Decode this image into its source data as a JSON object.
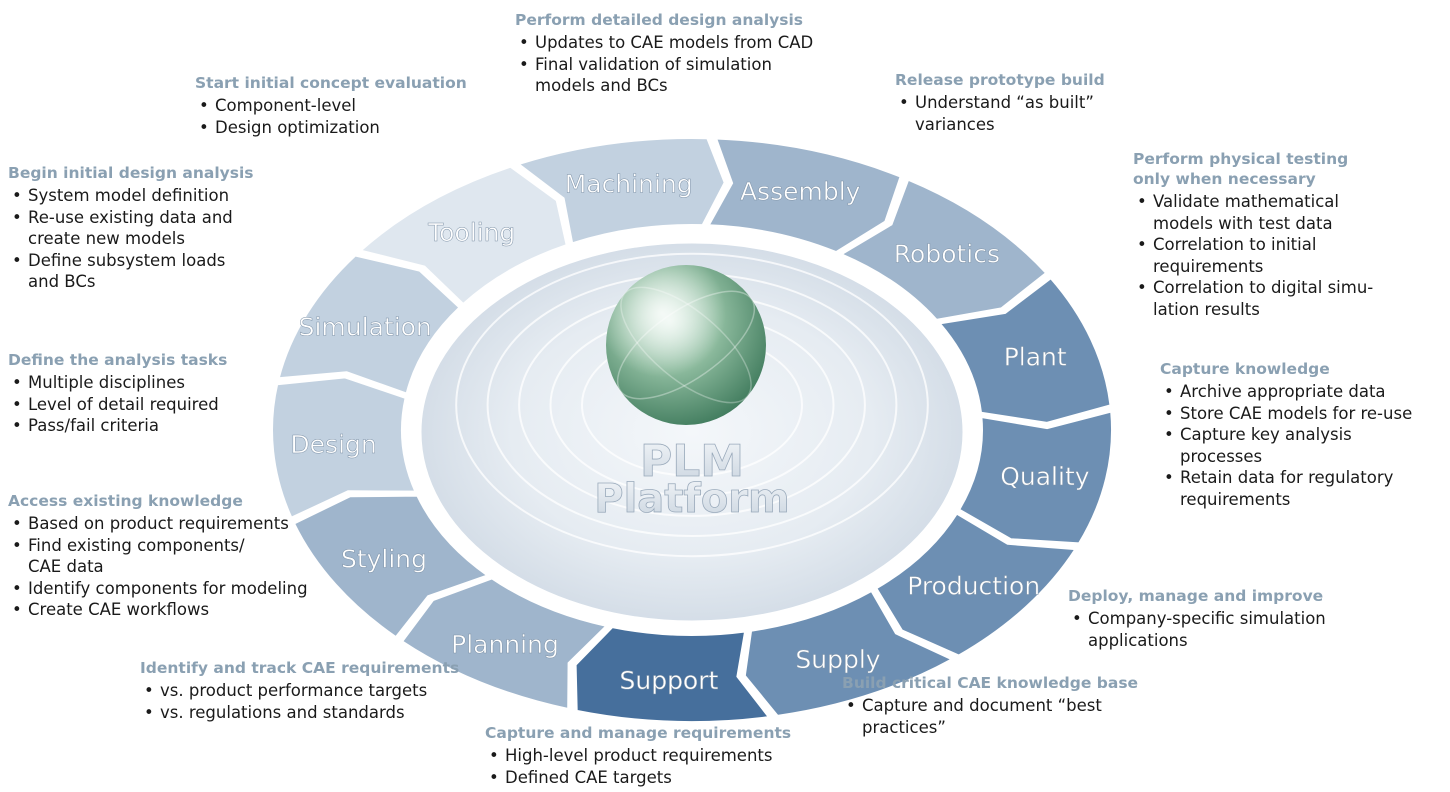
{
  "center": {
    "line1": "PLM",
    "line2": "Platform"
  },
  "segments": [
    {
      "label": "Machining",
      "tone": "light"
    },
    {
      "label": "Assembly",
      "tone": "mid"
    },
    {
      "label": "Robotics",
      "tone": "mid"
    },
    {
      "label": "Plant",
      "tone": "dark"
    },
    {
      "label": "Quality",
      "tone": "dark"
    },
    {
      "label": "Production",
      "tone": "dark"
    },
    {
      "label": "Supply",
      "tone": "dark"
    },
    {
      "label": "Support",
      "tone": "darkest"
    },
    {
      "label": "Planning",
      "tone": "mid"
    },
    {
      "label": "Styling",
      "tone": "mid"
    },
    {
      "label": "Design",
      "tone": "light"
    },
    {
      "label": "Simulation",
      "tone": "light"
    },
    {
      "label": "Tooling",
      "tone": "lightest"
    }
  ],
  "colors": {
    "lightest": "#dfe7ef",
    "light": "#c2d1e0",
    "mid": "#9fb5cc",
    "dark": "#6d8fb3",
    "darkest": "#466f9c",
    "heading": "#8aa0b2",
    "sphere": "#7ea98f"
  },
  "callouts": {
    "detailed_design": {
      "title": "Perform detailed design analysis",
      "items": [
        [
          "Updates to CAE models from CAD"
        ],
        [
          "Final validation of simulation",
          "models and BCs"
        ]
      ]
    },
    "concept_eval": {
      "title": "Start initial concept evaluation",
      "items": [
        [
          "Component-level"
        ],
        [
          "Design optimization"
        ]
      ]
    },
    "prototype": {
      "title": "Release prototype build",
      "items": [
        [
          "Understand “as built”",
          "variances"
        ]
      ]
    },
    "initial_design": {
      "title": "Begin initial design analysis",
      "items": [
        [
          "System model definition"
        ],
        [
          "Re-use existing data and",
          "create new models"
        ],
        [
          "Define subsystem loads",
          "and BCs"
        ]
      ]
    },
    "physical_testing": {
      "title": "Perform physical testing",
      "title2": "only when necessary",
      "items": [
        [
          "Validate mathematical",
          "models with test data"
        ],
        [
          "Correlation to initial",
          "requirements"
        ],
        [
          "Correlation to digital simu-",
          "lation results"
        ]
      ]
    },
    "analysis_tasks": {
      "title": "Define the analysis tasks",
      "items": [
        [
          "Multiple disciplines"
        ],
        [
          "Level of detail required"
        ],
        [
          "Pass/fail criteria"
        ]
      ]
    },
    "capture_knowledge": {
      "title": "Capture knowledge",
      "items": [
        [
          "Archive appropriate data"
        ],
        [
          "Store CAE models for re-use"
        ],
        [
          "Capture key analysis",
          "processes"
        ],
        [
          "Retain data for regulatory",
          "requirements"
        ]
      ]
    },
    "existing_knowledge": {
      "title": "Access existing knowledge",
      "items": [
        [
          "Based on product requirements"
        ],
        [
          "Find existing components/",
          "CAE data"
        ],
        [
          "Identify components for modeling"
        ],
        [
          "Create CAE workflows"
        ]
      ]
    },
    "deploy": {
      "title": "Deploy, manage and improve",
      "items": [
        [
          "Company-specific simulation",
          "applications"
        ]
      ]
    },
    "cae_requirements": {
      "title": "Identify and track CAE requirements",
      "items": [
        [
          "vs. product performance targets"
        ],
        [
          "vs. regulations and standards"
        ]
      ]
    },
    "knowledge_base": {
      "title": "Build critical CAE knowledge base",
      "items": [
        [
          "Capture and document “best",
          "practices”"
        ]
      ]
    },
    "manage_requirements": {
      "title": "Capture and manage requirements",
      "items": [
        [
          "High-level product requirements"
        ],
        [
          "Defined CAE targets"
        ]
      ]
    }
  }
}
